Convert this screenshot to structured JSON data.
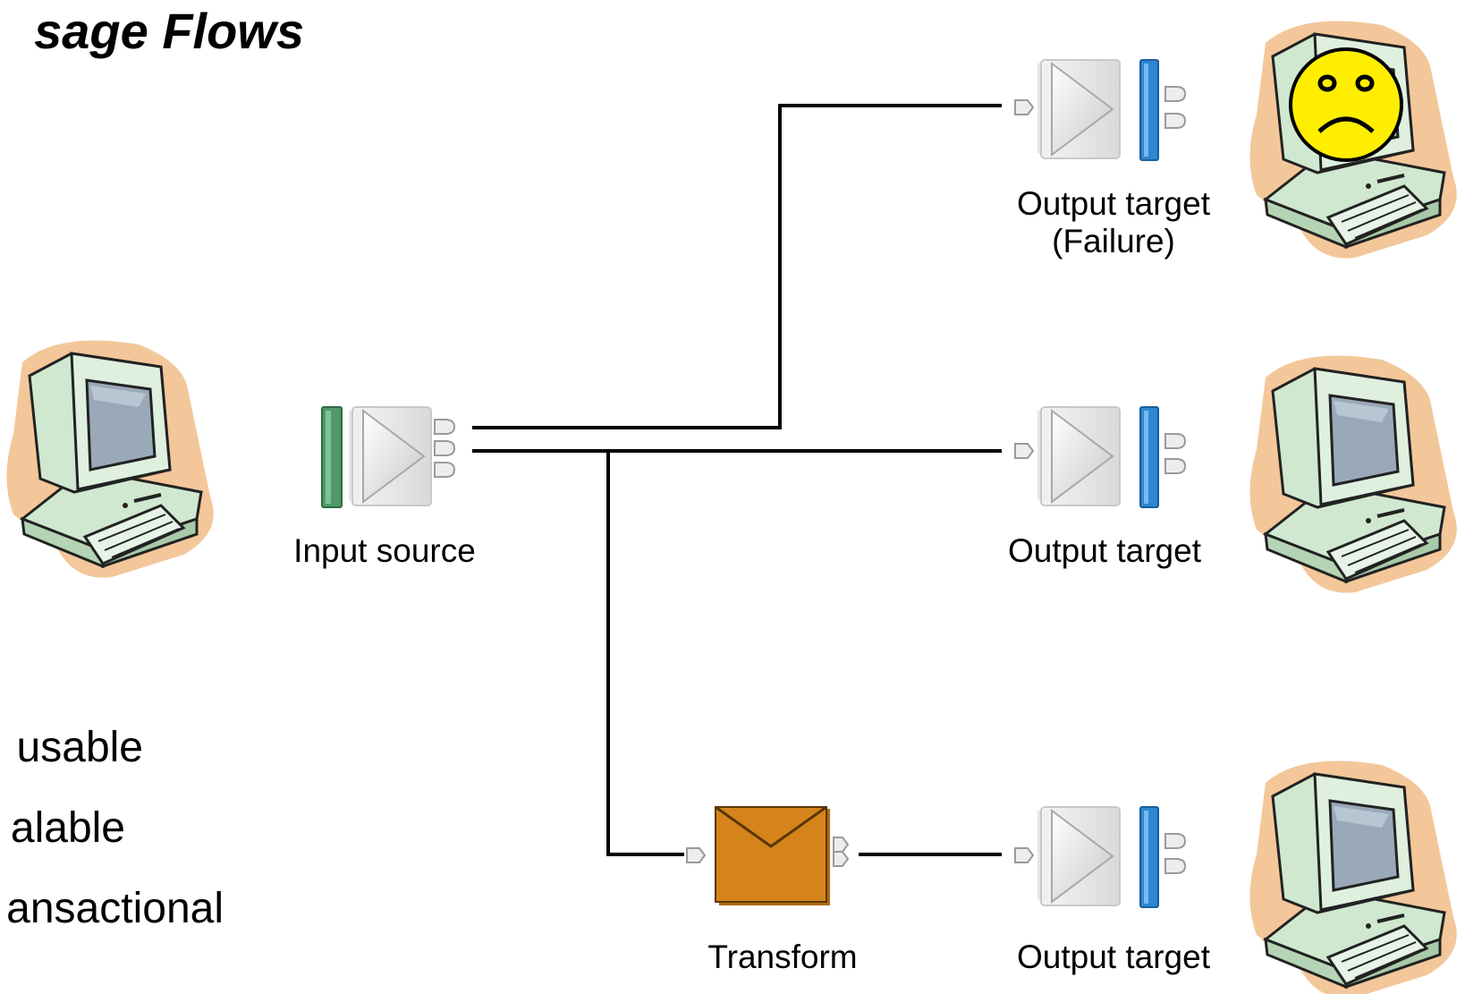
{
  "title": "sage Flows",
  "bullets": [
    "usable",
    "alable",
    "ansactional"
  ],
  "nodes": {
    "input_source": {
      "label": "Input source"
    },
    "output_failure": {
      "line1": "Output target",
      "line2": "(Failure)"
    },
    "output_middle": {
      "label": "Output target"
    },
    "transform": {
      "label": "Transform"
    },
    "output_bottom": {
      "label": "Output target"
    }
  },
  "colors": {
    "terminal_green": "#4e9a6a",
    "terminal_blue": "#2e86d4",
    "envelope": "#d4841a",
    "monitor_body": "#cfe8cf",
    "screen": "#9aa9b8",
    "glow": "#f3c79a",
    "smiley": "#ffee00"
  },
  "icons": {
    "computer": "computer-icon",
    "sad_face": "sad-face-icon",
    "envelope": "envelope-icon",
    "flow_node": "flow-node-icon"
  }
}
